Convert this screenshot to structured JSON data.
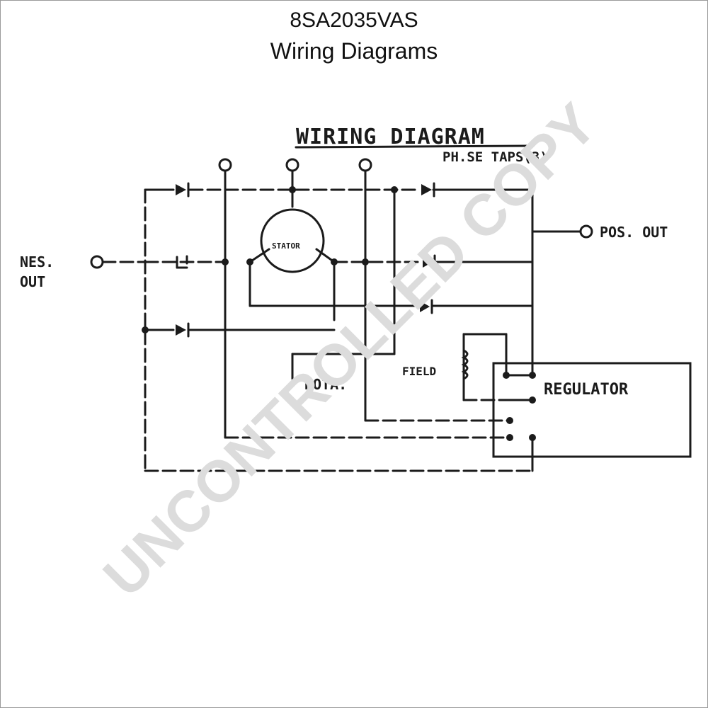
{
  "header": {
    "model": "8SA2035VAS",
    "subtitle": "Wiring Diagrams"
  },
  "diagram": {
    "heading": "WIRING DIAGRAM",
    "phase_taps": "PH.SE TAPS(3)",
    "stator": "STATOR",
    "rotor": "ROTA.",
    "field": "FIELD",
    "regulator": "REGULATOR",
    "pos_out": "POS. OUT",
    "neg_out_line1": "NES.",
    "neg_out_line2": "OUT"
  },
  "watermark": "UNCONTROLLED COPY"
}
